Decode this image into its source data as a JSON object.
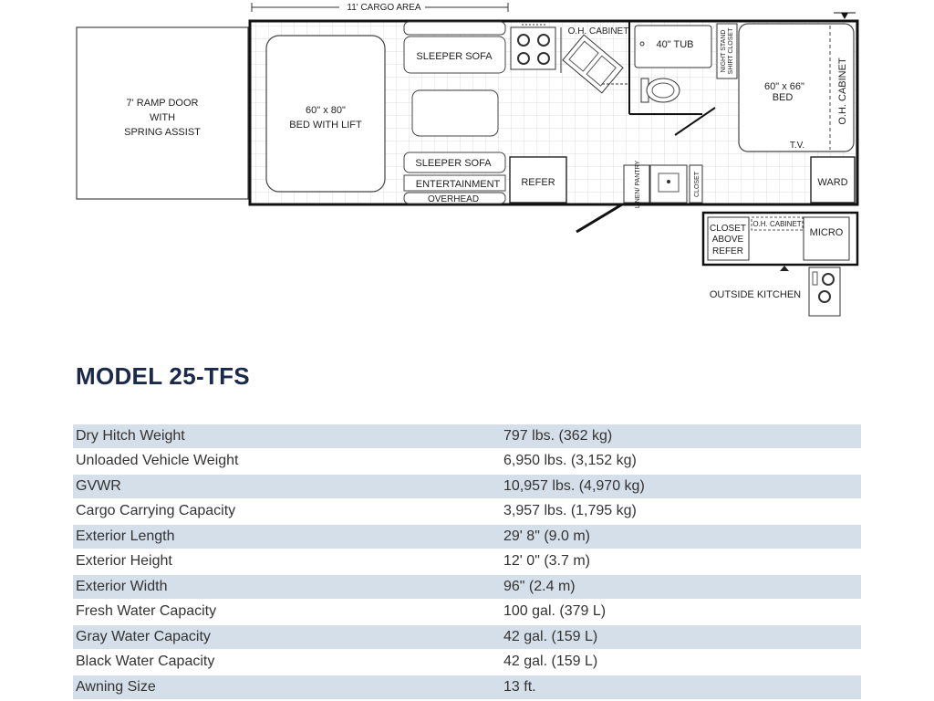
{
  "floorplan": {
    "cargo_area": "11' CARGO AREA",
    "ramp_door": [
      "7' RAMP DOOR",
      "WITH",
      "SPRING ASSIST"
    ],
    "bed_lift": [
      "60\" x 80\"",
      "BED WITH LIFT"
    ],
    "sleeper_sofa_top": "SLEEPER SOFA",
    "sleeper_sofa_bottom": "SLEEPER SOFA",
    "entertainment": "ENTERTAINMENT",
    "overhead": "OVERHEAD",
    "refer": "REFER",
    "oh_cabinet_kitchen": "O.H. CABINET",
    "tub": "40\" TUB",
    "night_stand": [
      "NIGHT STAND",
      "SHIRT CLOSET"
    ],
    "bed_front": [
      "60\" x 66\"",
      "BED"
    ],
    "oh_cabinet_front": "O.H. CABINET",
    "tv": "T.V.",
    "ward": "WARD",
    "linen_pantry": "LINEN/ PANTRY",
    "closet": "CLOSET",
    "closet_above_refer": [
      "CLOSET",
      "ABOVE",
      "REFER"
    ],
    "oh_cabinet_outside": "O.H. CABINET",
    "micro": "MICRO",
    "outside_kitchen": "OUTSIDE KITCHEN"
  },
  "model": {
    "title": "MODEL 25-TFS"
  },
  "specs": [
    {
      "label": "Dry Hitch Weight",
      "value": "797 lbs. (362 kg)"
    },
    {
      "label": "Unloaded Vehicle Weight",
      "value": "6,950 lbs. (3,152 kg)"
    },
    {
      "label": "GVWR",
      "value": "10,957 lbs. (4,970 kg)"
    },
    {
      "label": "Cargo Carrying Capacity",
      "value": "3,957 lbs. (1,795 kg)"
    },
    {
      "label": "Exterior Length",
      "value": "29' 8\" (9.0 m)"
    },
    {
      "label": "Exterior Height",
      "value": "12' 0\" (3.7 m)"
    },
    {
      "label": "Exterior Width",
      "value": "96\" (2.4 m)"
    },
    {
      "label": "Fresh Water Capacity",
      "value": "100 gal. (379 L)"
    },
    {
      "label": "Gray Water Capacity",
      "value": "42 gal. (159 L)"
    },
    {
      "label": "Black Water Capacity",
      "value": "42 gal. (159 L)"
    },
    {
      "label": "Awning Size",
      "value": "13 ft."
    }
  ],
  "colors": {
    "title": "#1b2a4a",
    "row_stripe": "#d5dfe9",
    "grid": "#dcdcdc"
  }
}
